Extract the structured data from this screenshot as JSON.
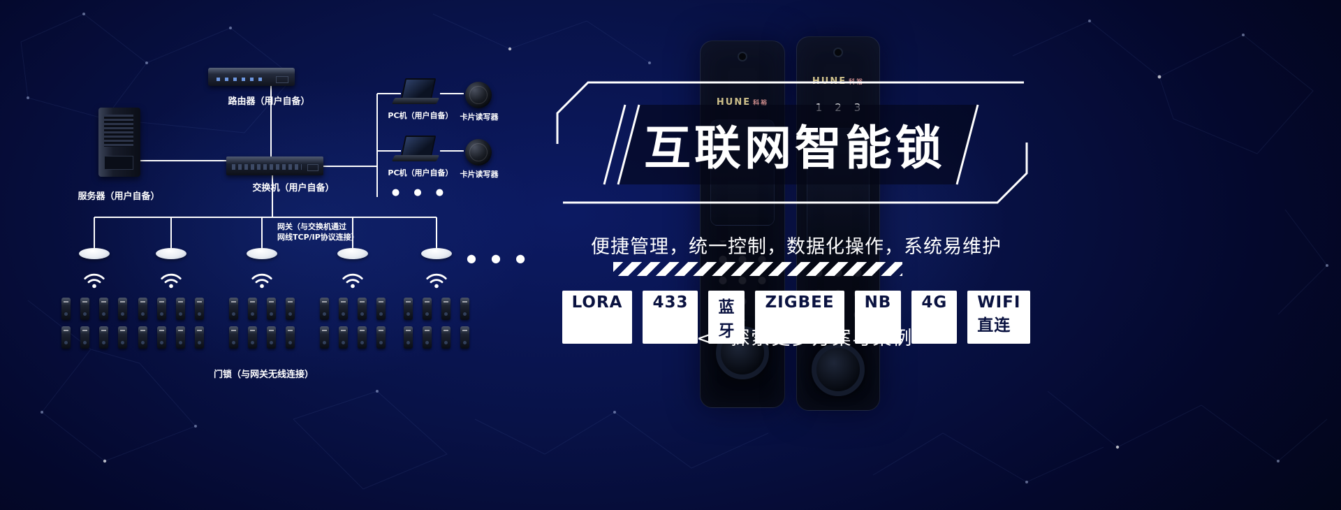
{
  "diagram": {
    "top_router": {
      "label": "路由器（用户自备）"
    },
    "server": {
      "label": "服务器（用户自备）"
    },
    "switch": {
      "label": "交换机（用户自备）"
    },
    "pcs": [
      {
        "label": "PC机（用户自备）"
      },
      {
        "label": "PC机（用户自备）"
      }
    ],
    "card_readers": [
      {
        "label": "卡片读写器"
      },
      {
        "label": "卡片读写器"
      }
    ],
    "pc_ellipsis": "● ● ●",
    "gateway_note": {
      "line1": "网关（与交换机通过",
      "line2": "网线TCP/IP协议连接）"
    },
    "gateway_ellipsis": "● ● ●",
    "locks_label": "门锁（与网关无线连接）",
    "gateway_count": 5,
    "locks_per_gateway": 8
  },
  "products": {
    "lock_left": {
      "brand": "HUNE",
      "brand_cn": "科裕"
    },
    "lock_right": {
      "brand": "HUNE",
      "brand_cn": "科裕",
      "keys": "123"
    }
  },
  "panel": {
    "title": "互联网智能锁",
    "subtitle": "便捷管理，统一控制，数据化操作，系统易维护",
    "tags": [
      "LORA",
      "433",
      "蓝牙",
      "ZIGBEE",
      "NB",
      "4G",
      "WIFI直连"
    ],
    "cta": "<<<探索更多方案与案例"
  },
  "colors": {
    "background_deep": "#020517",
    "background_mid": "#0c1a63",
    "line_white": "#ffffff",
    "tag_background": "#ffffff",
    "tag_text": "#0a1240"
  }
}
